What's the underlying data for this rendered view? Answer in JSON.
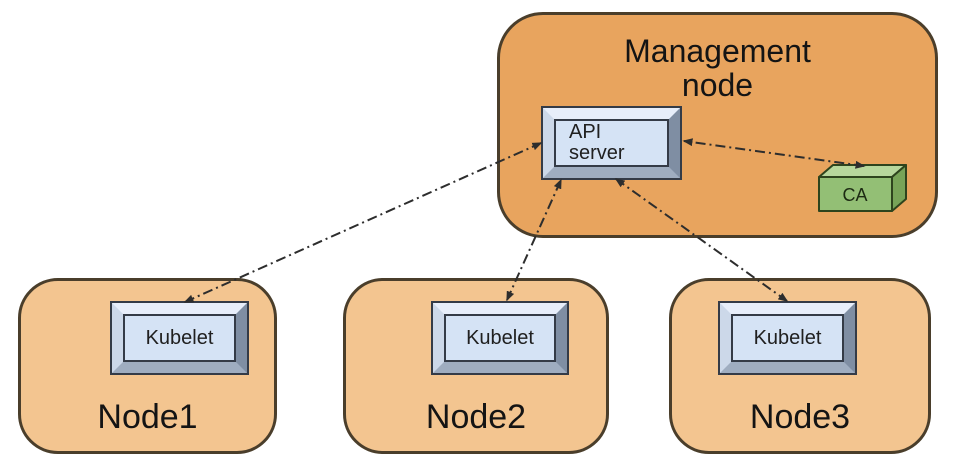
{
  "diagram": {
    "management_node": {
      "label": "Management\nnode",
      "api_server_label": "API\nserver",
      "ca_label": "CA"
    },
    "worker_nodes": [
      {
        "label": "Node1",
        "component": "Kubelet"
      },
      {
        "label": "Node2",
        "component": "Kubelet"
      },
      {
        "label": "Node3",
        "component": "Kubelet"
      }
    ],
    "connections": [
      {
        "from": "API server",
        "to": "Kubelet (Node1)",
        "style": "dash-dot",
        "bidirectional": true
      },
      {
        "from": "API server",
        "to": "Kubelet (Node2)",
        "style": "dash-dot",
        "bidirectional": true
      },
      {
        "from": "API server",
        "to": "Kubelet (Node3)",
        "style": "dash-dot",
        "bidirectional": true
      },
      {
        "from": "API server",
        "to": "CA",
        "style": "dash-dot",
        "bidirectional": true
      }
    ]
  },
  "colors": {
    "management_fill": "#e8a45e",
    "worker_fill": "#f3c590",
    "container_border": "#4a3e2b",
    "component_face": "#d5e3f5",
    "component_outline": "#343b47",
    "ca_front": "#93bf75",
    "ca_top": "#b7d79c",
    "ca_side": "#78a458",
    "ca_stroke": "#2e441d",
    "arrow": "#2d2d2d"
  }
}
